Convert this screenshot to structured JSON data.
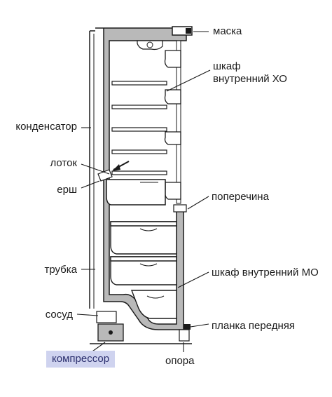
{
  "labels": {
    "maska": "маска",
    "shkaf_ho_1": "шкаф",
    "shkaf_ho_2": "внутренний ХО",
    "kondensator": "конденсатор",
    "lotok": "лоток",
    "ersh": "ерш",
    "poperechina": "поперечина",
    "trubka": "трубка",
    "shkaf_mo": "шкаф внутренний МО",
    "sosud": "сосуд",
    "planka": "планка передняя",
    "kompressor": "компрессор",
    "opora": "опора"
  },
  "colors": {
    "cabinet_fill": "#b9b9b9",
    "line": "#1a1a1a",
    "highlight_bg": "#cfd3ef",
    "highlight_text": "#2b2f6e"
  }
}
